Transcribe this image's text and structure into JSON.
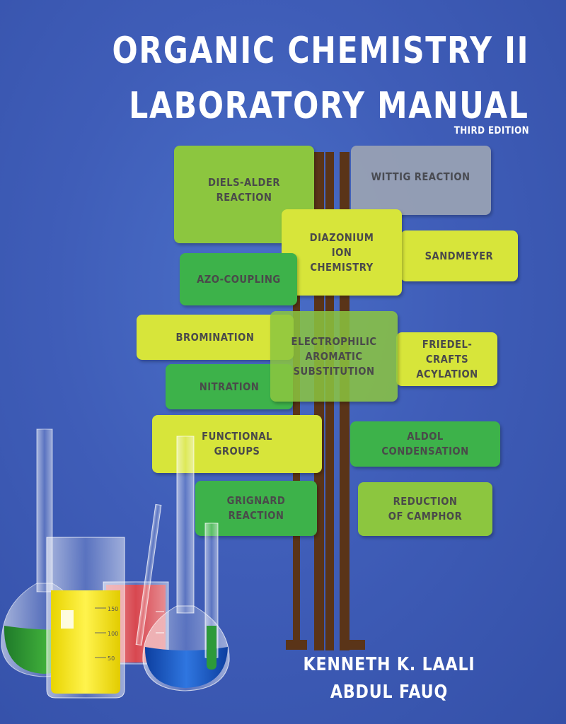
{
  "cover": {
    "title_line1": "ORGANIC CHEMISTRY II",
    "title_line2": "LABORATORY MANUAL",
    "edition": "THIRD EDITION",
    "authors": [
      "KENNETH K. LAALI",
      "ABDUL FAUQ"
    ]
  },
  "signs": {
    "diels_alder": "DIELS-ALDER REACTION",
    "wittig": "WITTIG REACTION",
    "diazonium": "DIAZONIUM ION CHEMISTRY",
    "sandmeyer": "SANDMEYER",
    "azo_coupling": "AZO-COUPLING",
    "bromination": "BROMINATION",
    "electrophilic": "ELECTROPHILIC AROMATIC SUBSTITUTION",
    "friedel_crafts": "FRIEDEL-CRAFTS ACYLATION",
    "nitration": "NITRATION",
    "functional_groups": "FUNCTIONAL GROUPS",
    "aldol": "ALDOL CONDENSATION",
    "grignard": "GRIGNARD REACTION",
    "reduction": "REDUCTION OF CAMPHOR"
  },
  "beaker_marks": [
    "150",
    "100",
    "50"
  ],
  "colors": {
    "background": "#3f5db8",
    "sign_light_green": "#8cc63f",
    "sign_yellow": "#d7e53a",
    "sign_dark_green": "#3db24a",
    "sign_gray": "#9aa3b4",
    "post_brown": "#5a3418"
  }
}
